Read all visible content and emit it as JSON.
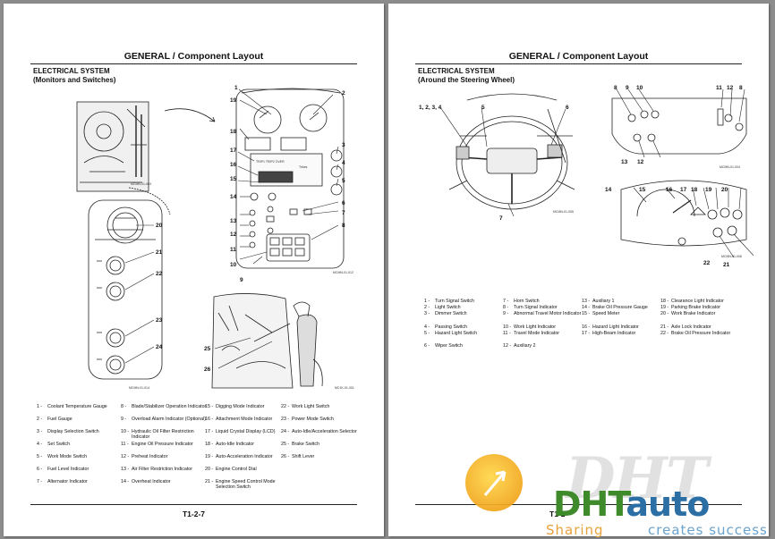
{
  "left_page": {
    "header": "GENERAL / Component Layout",
    "section_title": "ELECTRICAL SYSTEM",
    "section_subtitle": "(Monitors and Switches)",
    "figure_codes": [
      "MCMN-01-003",
      "MCMN-01-012",
      "MCMN-01-014",
      "MC1K-01-001"
    ],
    "callouts": [
      "1",
      "19",
      "18",
      "17",
      "16",
      "15",
      "14",
      "13",
      "12",
      "11",
      "10",
      "9",
      "2",
      "3",
      "4",
      "5",
      "6",
      "7",
      "8",
      "20",
      "21",
      "22",
      "23",
      "24",
      "25",
      "26"
    ],
    "legend": {
      "col1": [
        {
          "n": "1 -",
          "t": "Coolant Temperature Gauge"
        },
        {
          "n": "2 -",
          "t": "Fuel Gauge"
        },
        {
          "n": "3 -",
          "t": "Display Selection Switch"
        },
        {
          "n": "4 -",
          "t": "Set Switch"
        },
        {
          "n": "5 -",
          "t": "Work Mode Switch"
        },
        {
          "n": "6 -",
          "t": "Fuel Level Indicator"
        },
        {
          "n": "7 -",
          "t": "Alternator Indicator"
        }
      ],
      "col2": [
        {
          "n": "8 -",
          "t": "Blade/Stabilizer Operation Indicator"
        },
        {
          "n": "9 -",
          "t": "Overload Alarm Indicator (Optional)"
        },
        {
          "n": "10 -",
          "t": "Hydraulic Oil Filter Restriction Indicator"
        },
        {
          "n": "11 -",
          "t": "Engine Oil Pressure Indicator"
        },
        {
          "n": "12 -",
          "t": "Preheat Indicator"
        },
        {
          "n": "13 -",
          "t": "Air Filter Restriction Indicator"
        },
        {
          "n": "14 -",
          "t": "Overheat Indicator"
        }
      ],
      "col3": [
        {
          "n": "15 -",
          "t": "Digging Mode Indicator"
        },
        {
          "n": "16 -",
          "t": "Attachment Mode Indicator"
        },
        {
          "n": "17 -",
          "t": "Liquid Crystal Display (LCD)"
        },
        {
          "n": "18 -",
          "t": "Auto-Idle Indicator"
        },
        {
          "n": "19 -",
          "t": "Auto-Acceleration Indicator"
        },
        {
          "n": "20 -",
          "t": "Engine Control Dial"
        },
        {
          "n": "21 -",
          "t": "Engine Speed Control Mode Selection Switch"
        }
      ],
      "col4": [
        {
          "n": "22 -",
          "t": "Work Light Switch"
        },
        {
          "n": "23 -",
          "t": "Power Mode Switch"
        },
        {
          "n": "24 -",
          "t": "Auto-Idle/Acceleration Selector"
        },
        {
          "n": "25 -",
          "t": "Brake Switch"
        },
        {
          "n": "26 -",
          "t": "Shift Lever"
        }
      ]
    },
    "page_number": "T1-2-7"
  },
  "right_page": {
    "header": "GENERAL / Component Layout",
    "section_title": "ELECTRICAL SYSTEM",
    "section_subtitle": "(Around the Steering Wheel)",
    "figure_codes": [
      "MCMN-01-005",
      "MCMN-01-004",
      "MCMN-01-006"
    ],
    "callouts_wheel": [
      "1, 2, 3, 4",
      "5",
      "6",
      "7"
    ],
    "callouts_upper": [
      "8",
      "9",
      "10",
      "11",
      "12",
      "8",
      "13",
      "12"
    ],
    "callouts_lower": [
      "14",
      "15",
      "16",
      "17",
      "18",
      "19",
      "20",
      "22",
      "21"
    ],
    "legend": {
      "col1": [
        {
          "n": "1 -",
          "t": "Turn Signal Switch"
        },
        {
          "n": "2 -",
          "t": "Light Switch"
        },
        {
          "n": "3 -",
          "t": "Dimmer Switch"
        },
        {
          "n": "4 -",
          "t": "Passing Switch"
        },
        {
          "n": "5 -",
          "t": "Hazard Light Switch"
        },
        {
          "n": "6 -",
          "t": "Wiper Switch"
        }
      ],
      "col2": [
        {
          "n": "7 -",
          "t": "Horn Switch"
        },
        {
          "n": "8 -",
          "t": "Turn Signal Indicator"
        },
        {
          "n": "9 -",
          "t": "Abnormal Travel Motor Indicator"
        },
        {
          "n": "10 -",
          "t": "Work Light Indicator"
        },
        {
          "n": "11 -",
          "t": "Travel Mode Indicator"
        },
        {
          "n": "12 -",
          "t": "Auxiliary 2"
        }
      ],
      "col3": [
        {
          "n": "13 -",
          "t": "Auxiliary 1"
        },
        {
          "n": "14 -",
          "t": "Brake Oil Pressure Gauge"
        },
        {
          "n": "15 -",
          "t": "Speed Meter"
        },
        {
          "n": "16 -",
          "t": "Hazard Light Indicator"
        },
        {
          "n": "17 -",
          "t": "High-Beam Indicator"
        }
      ],
      "col4": [
        {
          "n": "18 -",
          "t": "Clearance Light Indicator"
        },
        {
          "n": "19 -",
          "t": "Parking Brake Indicator"
        },
        {
          "n": "20 -",
          "t": "Work Brake Indicator"
        },
        {
          "n": "21 -",
          "t": "Axle Lock Indicator"
        },
        {
          "n": "22 -",
          "t": "Brake Oil Pressure Indicator"
        }
      ]
    },
    "page_number": "T1-2"
  },
  "watermark": {
    "big_text": "DHT",
    "logo_left": "DHT",
    "logo_right": "auto",
    "tagline_left": "Sharing",
    "tagline_right": "creates success",
    "colors": {
      "green": "#3f8a2a",
      "blue": "#2c6fa5",
      "orange": "#f3a71d"
    }
  },
  "display_texts": {
    "lcd_line": "TRIP1 TRIP2 OVER",
    "lcd_sub": "Trikes"
  }
}
